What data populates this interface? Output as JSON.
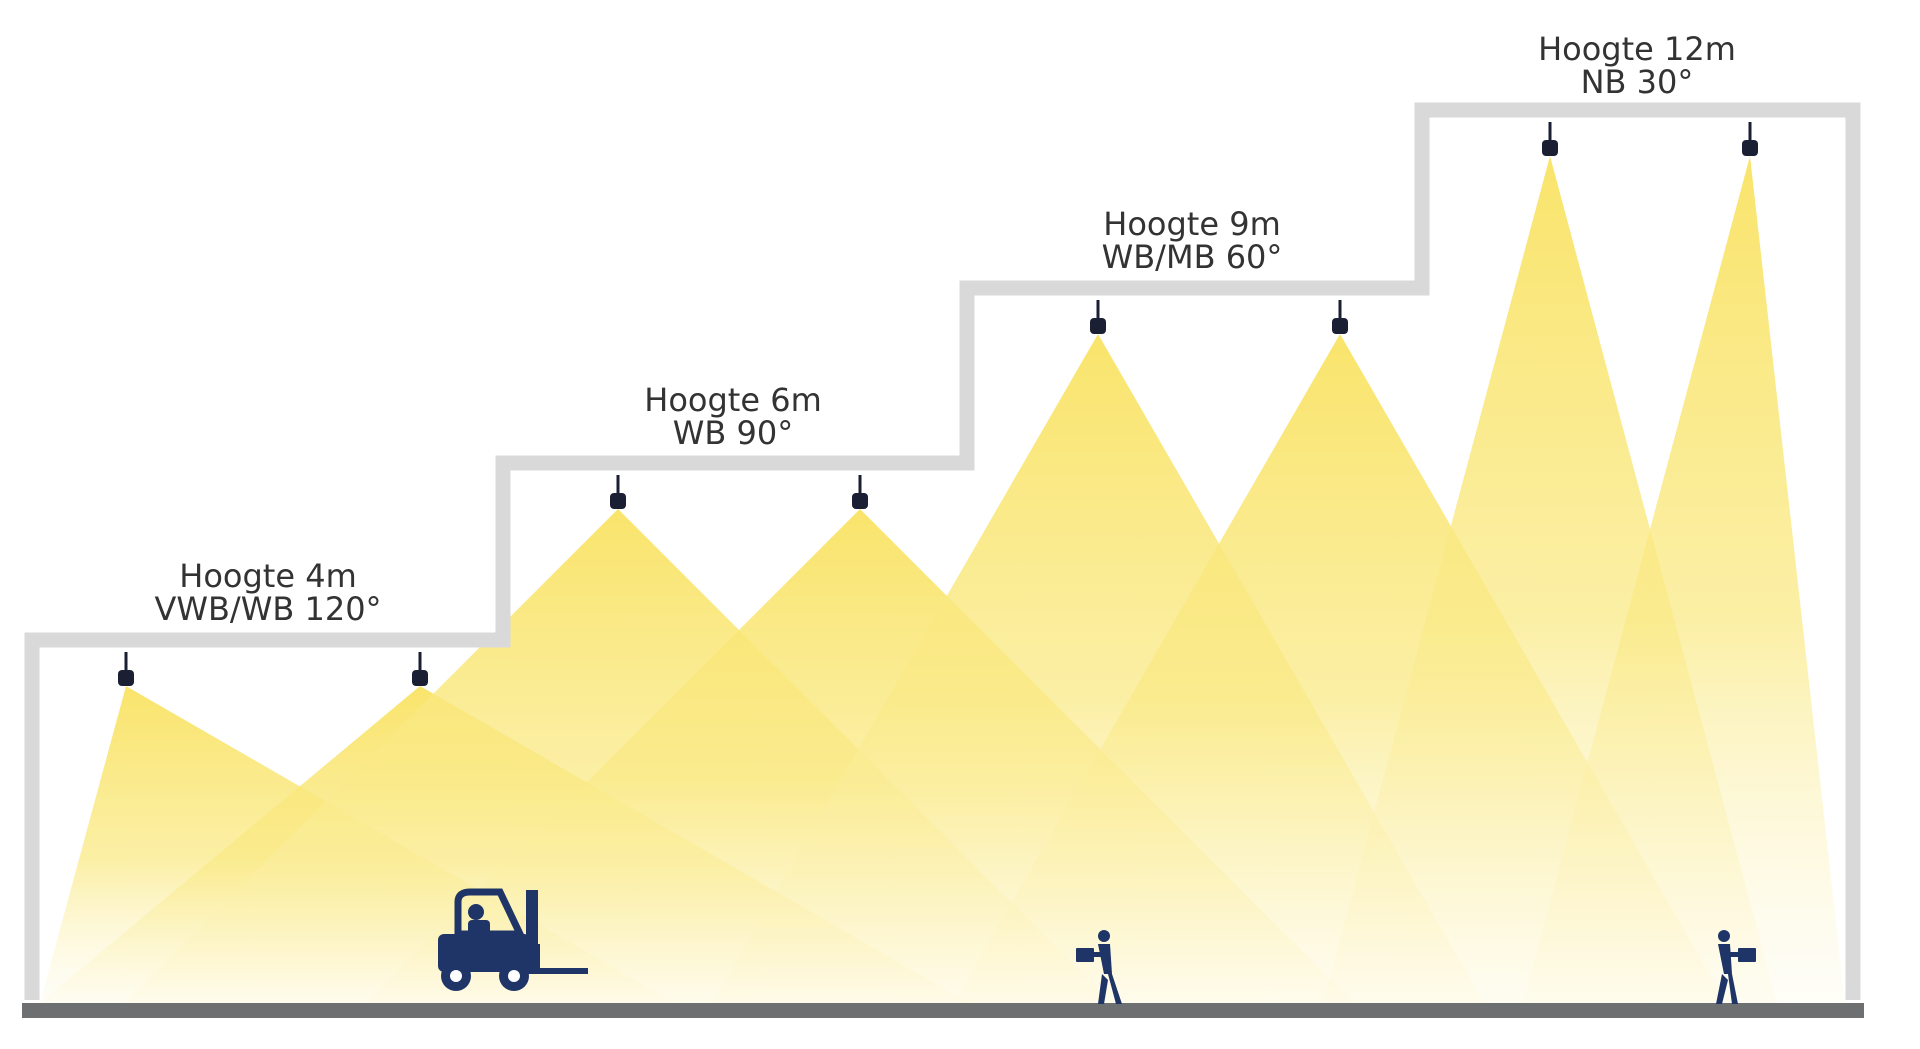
{
  "zones": [
    {
      "height_label": "Hoogte 4m",
      "beam_label": "VWB/WB 120°",
      "height_m": 4,
      "beam_angle_deg": 120
    },
    {
      "height_label": "Hoogte 6m",
      "beam_label": "WB 90°",
      "height_m": 6,
      "beam_angle_deg": 90
    },
    {
      "height_label": "Hoogte 9m",
      "beam_label": "WB/MB 60°",
      "height_m": 9,
      "beam_angle_deg": 60
    },
    {
      "height_label": "Hoogte 12m",
      "beam_label": "NB 30°",
      "height_m": 12,
      "beam_angle_deg": 30
    }
  ],
  "colors": {
    "wall": "#d9d9d9",
    "floor": "#6d6f70",
    "light": "#f9e46b",
    "fixture": "#1a1f33",
    "figure": "#1f3568",
    "text": "#333333"
  }
}
